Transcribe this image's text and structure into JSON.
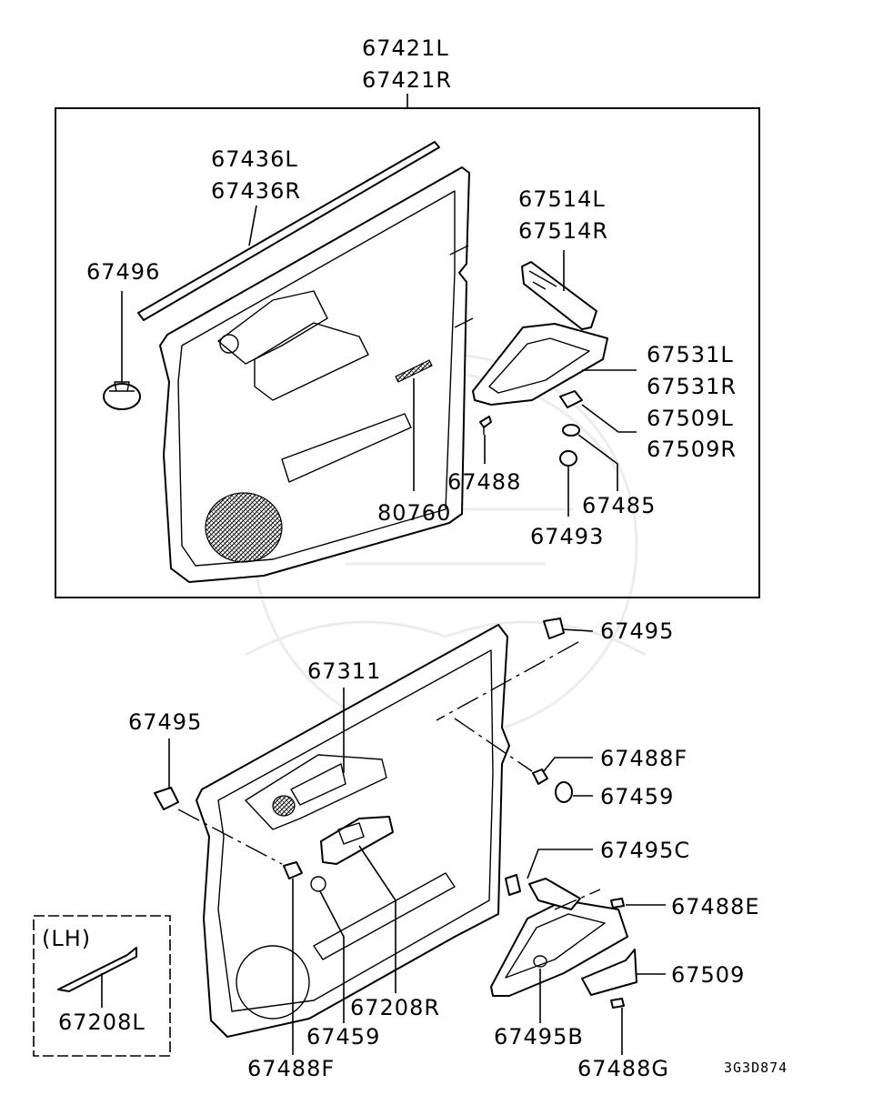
{
  "diagram": {
    "labels": {
      "panel_assy_l": "67421L",
      "panel_assy_r": "67421R",
      "weatherstrip_l": "67436L",
      "weatherstrip_r": "67436R",
      "clip_67496": "67496",
      "handle_bezel_l": "67514L",
      "handle_bezel_r": "67514R",
      "armrest_l": "67531L",
      "armrest_r": "67531R",
      "bracket_l": "67509L",
      "bracket_r": "67509R",
      "screw_67488": "67488",
      "nut_67485": "67485",
      "grommet_67493": "67493",
      "emblem_80760": "80760",
      "clip_67495_top": "67495",
      "clip_67495_left": "67495",
      "pad_67311": "67311",
      "screw_67488f_right": "67488F",
      "cap_67459_right": "67459",
      "clip_67495c": "67495C",
      "screw_67488e": "67488E",
      "bracket_67509": "67509",
      "clip_67495b": "67495B",
      "screw_67488g": "67488G",
      "switch_panel_67208r": "67208R",
      "cap_67459_bottom": "67459",
      "screw_67488f_bottom": "67488F",
      "lh_tag": "(LH)",
      "switch_panel_67208l": "67208L"
    },
    "drawing_code": "3G3D874"
  }
}
